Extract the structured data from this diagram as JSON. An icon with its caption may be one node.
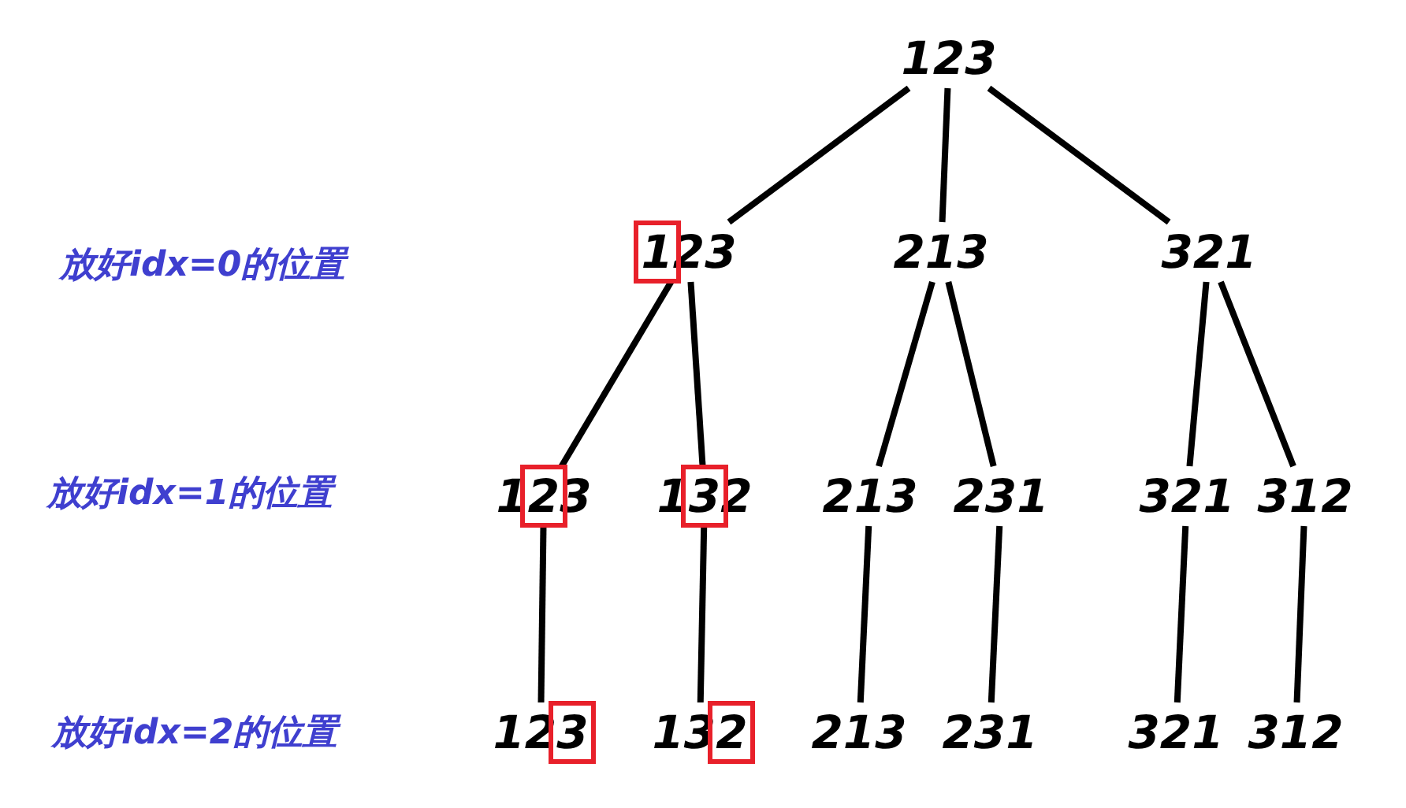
{
  "diagram": {
    "nodes": [
      {
        "text": [
          "123"
        ]
      },
      {
        "text": [
          "123"
        ]
      },
      {
        "text": [
          "213"
        ]
      },
      {
        "text": [
          "321"
        ]
      },
      {
        "text": [
          "123"
        ]
      },
      {
        "text": [
          "132"
        ]
      },
      {
        "text": [
          "213"
        ]
      },
      {
        "text": [
          "231"
        ]
      },
      {
        "text": [
          "321"
        ]
      },
      {
        "text": [
          "312"
        ]
      },
      {
        "text": [
          "123"
        ]
      },
      {
        "text": [
          "132"
        ]
      },
      {
        "text": [
          "213"
        ]
      },
      {
        "text": [
          "231"
        ]
      },
      {
        "text": [
          "321"
        ]
      },
      {
        "text": [
          "312"
        ]
      }
    ],
    "edges": [
      {
        "from": 0,
        "to": 1,
        "arrow": "none"
      },
      {
        "from": 0,
        "to": 2,
        "arrow": "none"
      },
      {
        "from": 0,
        "to": 3,
        "arrow": "none"
      },
      {
        "from": 1,
        "to": 4,
        "arrow": "none"
      },
      {
        "from": 1,
        "to": 5,
        "arrow": "none"
      },
      {
        "from": 2,
        "to": 6,
        "arrow": "none"
      },
      {
        "from": 2,
        "to": 7,
        "arrow": "none"
      },
      {
        "from": 3,
        "to": 8,
        "arrow": "none"
      },
      {
        "from": 3,
        "to": 9,
        "arrow": "none"
      },
      {
        "from": 4,
        "to": 10,
        "arrow": "none"
      },
      {
        "from": 5,
        "to": 11,
        "arrow": "none"
      },
      {
        "from": 6,
        "to": 12,
        "arrow": "none"
      },
      {
        "from": 7,
        "to": 13,
        "arrow": "none"
      },
      {
        "from": 8,
        "to": 14,
        "arrow": "none"
      },
      {
        "from": 9,
        "to": 15,
        "arrow": "none"
      }
    ],
    "labels": [
      "放好idx=0的位置",
      "放好idx=1的位置",
      "放好idx=2的位置"
    ]
  }
}
